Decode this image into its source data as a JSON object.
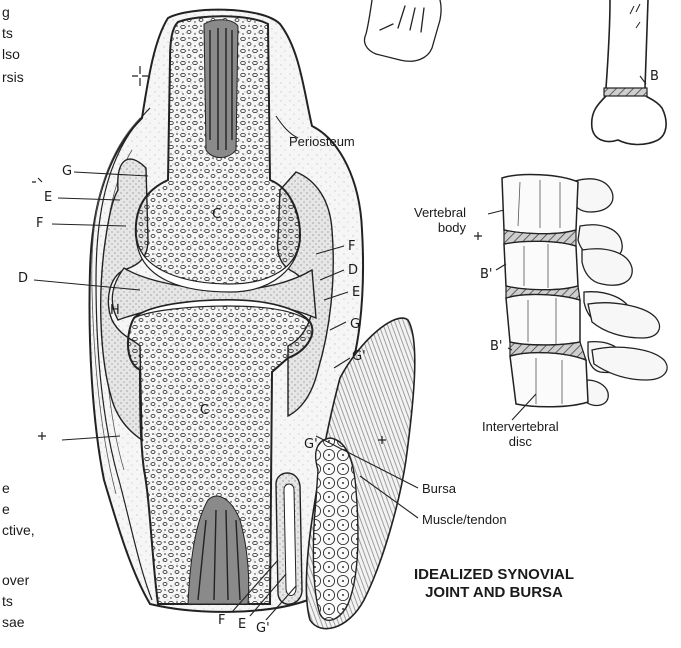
{
  "left_text_top": [
    "g",
    "ts",
    "lso",
    "rsis"
  ],
  "left_text_bottom": [
    "e",
    "e",
    "ctive,",
    "over",
    "ts",
    "sae"
  ],
  "joint_letters": {
    "G_upper": "G",
    "E_upper": "E",
    "F_upper": "F",
    "D_left": "D",
    "H": "H",
    "F_right": "F",
    "D_right": "D",
    "E_right": "E",
    "G_right": "G",
    "G1_right": "G'",
    "G1_inner": "G'",
    "F_bottom": "F",
    "E_bottom": "E",
    "G1_bottom": "G'",
    "C_upper": "C",
    "C_lower": "C"
  },
  "labels": {
    "periosteum": "Periosteum",
    "bursa": "Bursa",
    "muscle_tendon": "Muscle/tendon",
    "vertebral_body": "Vertebral\nbody",
    "intervertebral_disc": "Intervertebral\ndisc",
    "b_finger": "B",
    "b_spine_1": "B'",
    "b_spine_2": "B'"
  },
  "title": "IDEALIZED SYNOVIAL\nJOINT AND BURSA"
}
